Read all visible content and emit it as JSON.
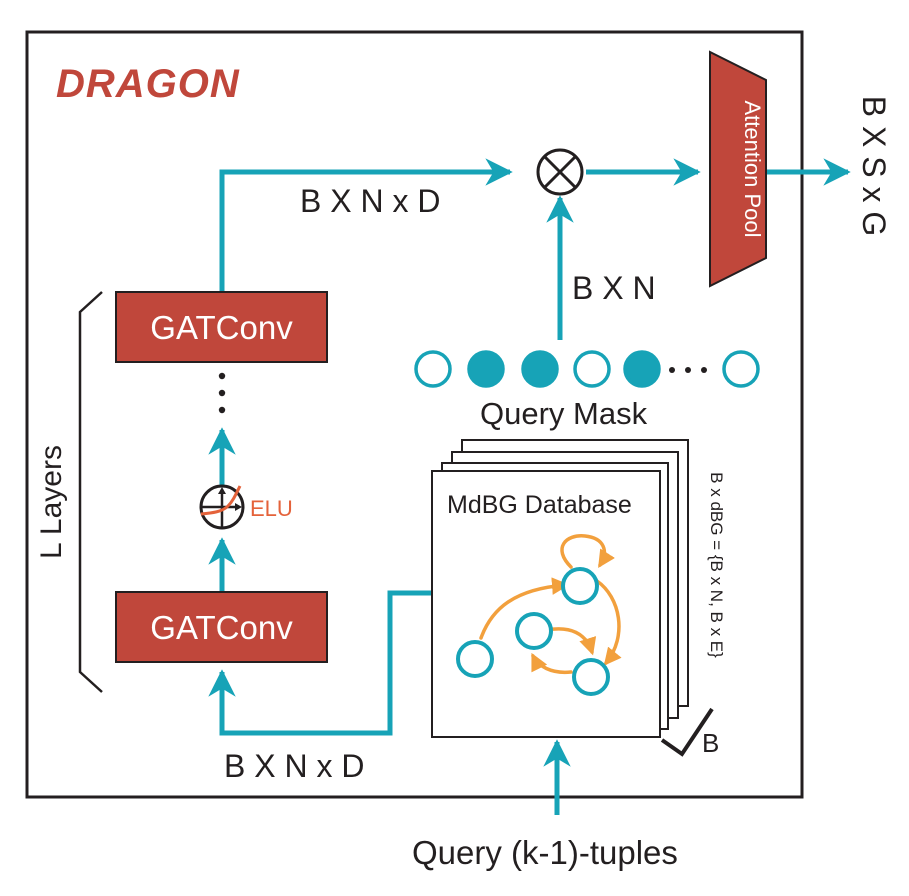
{
  "title": "DRAGON",
  "blocks": {
    "gatconv_top": "GATConv",
    "gatconv_bottom": "GATConv",
    "attention_pool": "Attention Pool",
    "elu": "ELU",
    "database": "MdBG Database",
    "query_mask": "Query Mask",
    "query_tuples": "Query (k-1)-tuples",
    "layers": "L Layers"
  },
  "shapes": {
    "top_edge": "B X N x D",
    "bottom_edge": "B X N x D",
    "mask": "B X N",
    "output": "B X S x G",
    "dbg": "B x dBG = {B x N, B x E}",
    "batch": "B"
  },
  "query_mask_states": [
    false,
    true,
    true,
    false,
    true,
    false
  ],
  "colors": {
    "arrow": "#17a3b7",
    "block": "#c0473b",
    "elu": "#e4623a",
    "graph_edge": "#f2a03d",
    "title": "#c0473b"
  }
}
